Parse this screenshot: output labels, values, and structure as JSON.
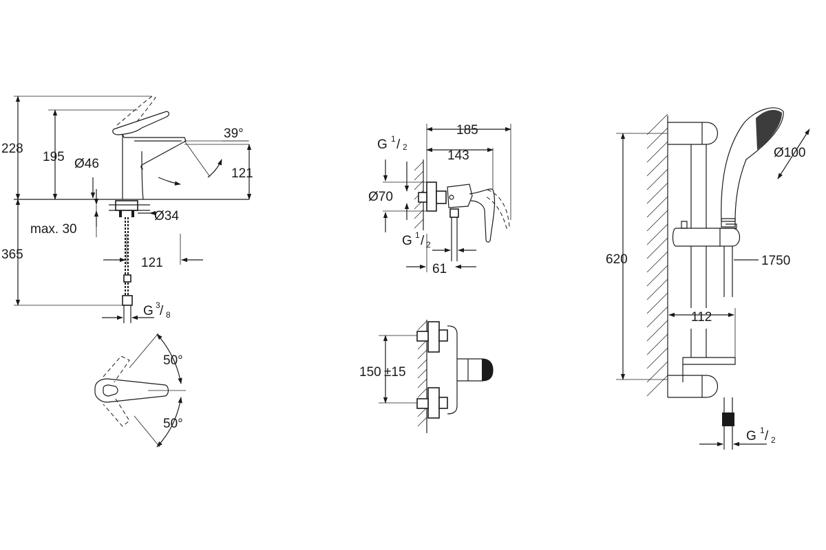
{
  "basin_mixer": {
    "total_height": "228",
    "spout_height": "195",
    "body_diameter": "Ø46",
    "spout_angle": "39°",
    "spout_clearance": "121",
    "thread_diameter": "Ø34",
    "max_deck": "max. 30",
    "hose_length": "365",
    "spout_reach": "121",
    "connection": {
      "prefix": "G",
      "num": "3",
      "den": "8"
    },
    "lever_angle_top": "50°",
    "lever_angle_bottom": "50°"
  },
  "shower_mixer": {
    "total_width": "185",
    "body_width": "143",
    "inlet": {
      "prefix": "G",
      "num": "1",
      "den": "2"
    },
    "rosette": "Ø70",
    "outlet": {
      "prefix": "G",
      "num": "1",
      "den": "2"
    },
    "outlet_offset": "61",
    "centers": "150",
    "centers_tolerance": "±15"
  },
  "shower_set": {
    "rail_height": "620",
    "head_diameter": "Ø100",
    "hose_length": "1750",
    "projection": "112",
    "connection": {
      "prefix": "G",
      "num": "1",
      "den": "2"
    }
  }
}
